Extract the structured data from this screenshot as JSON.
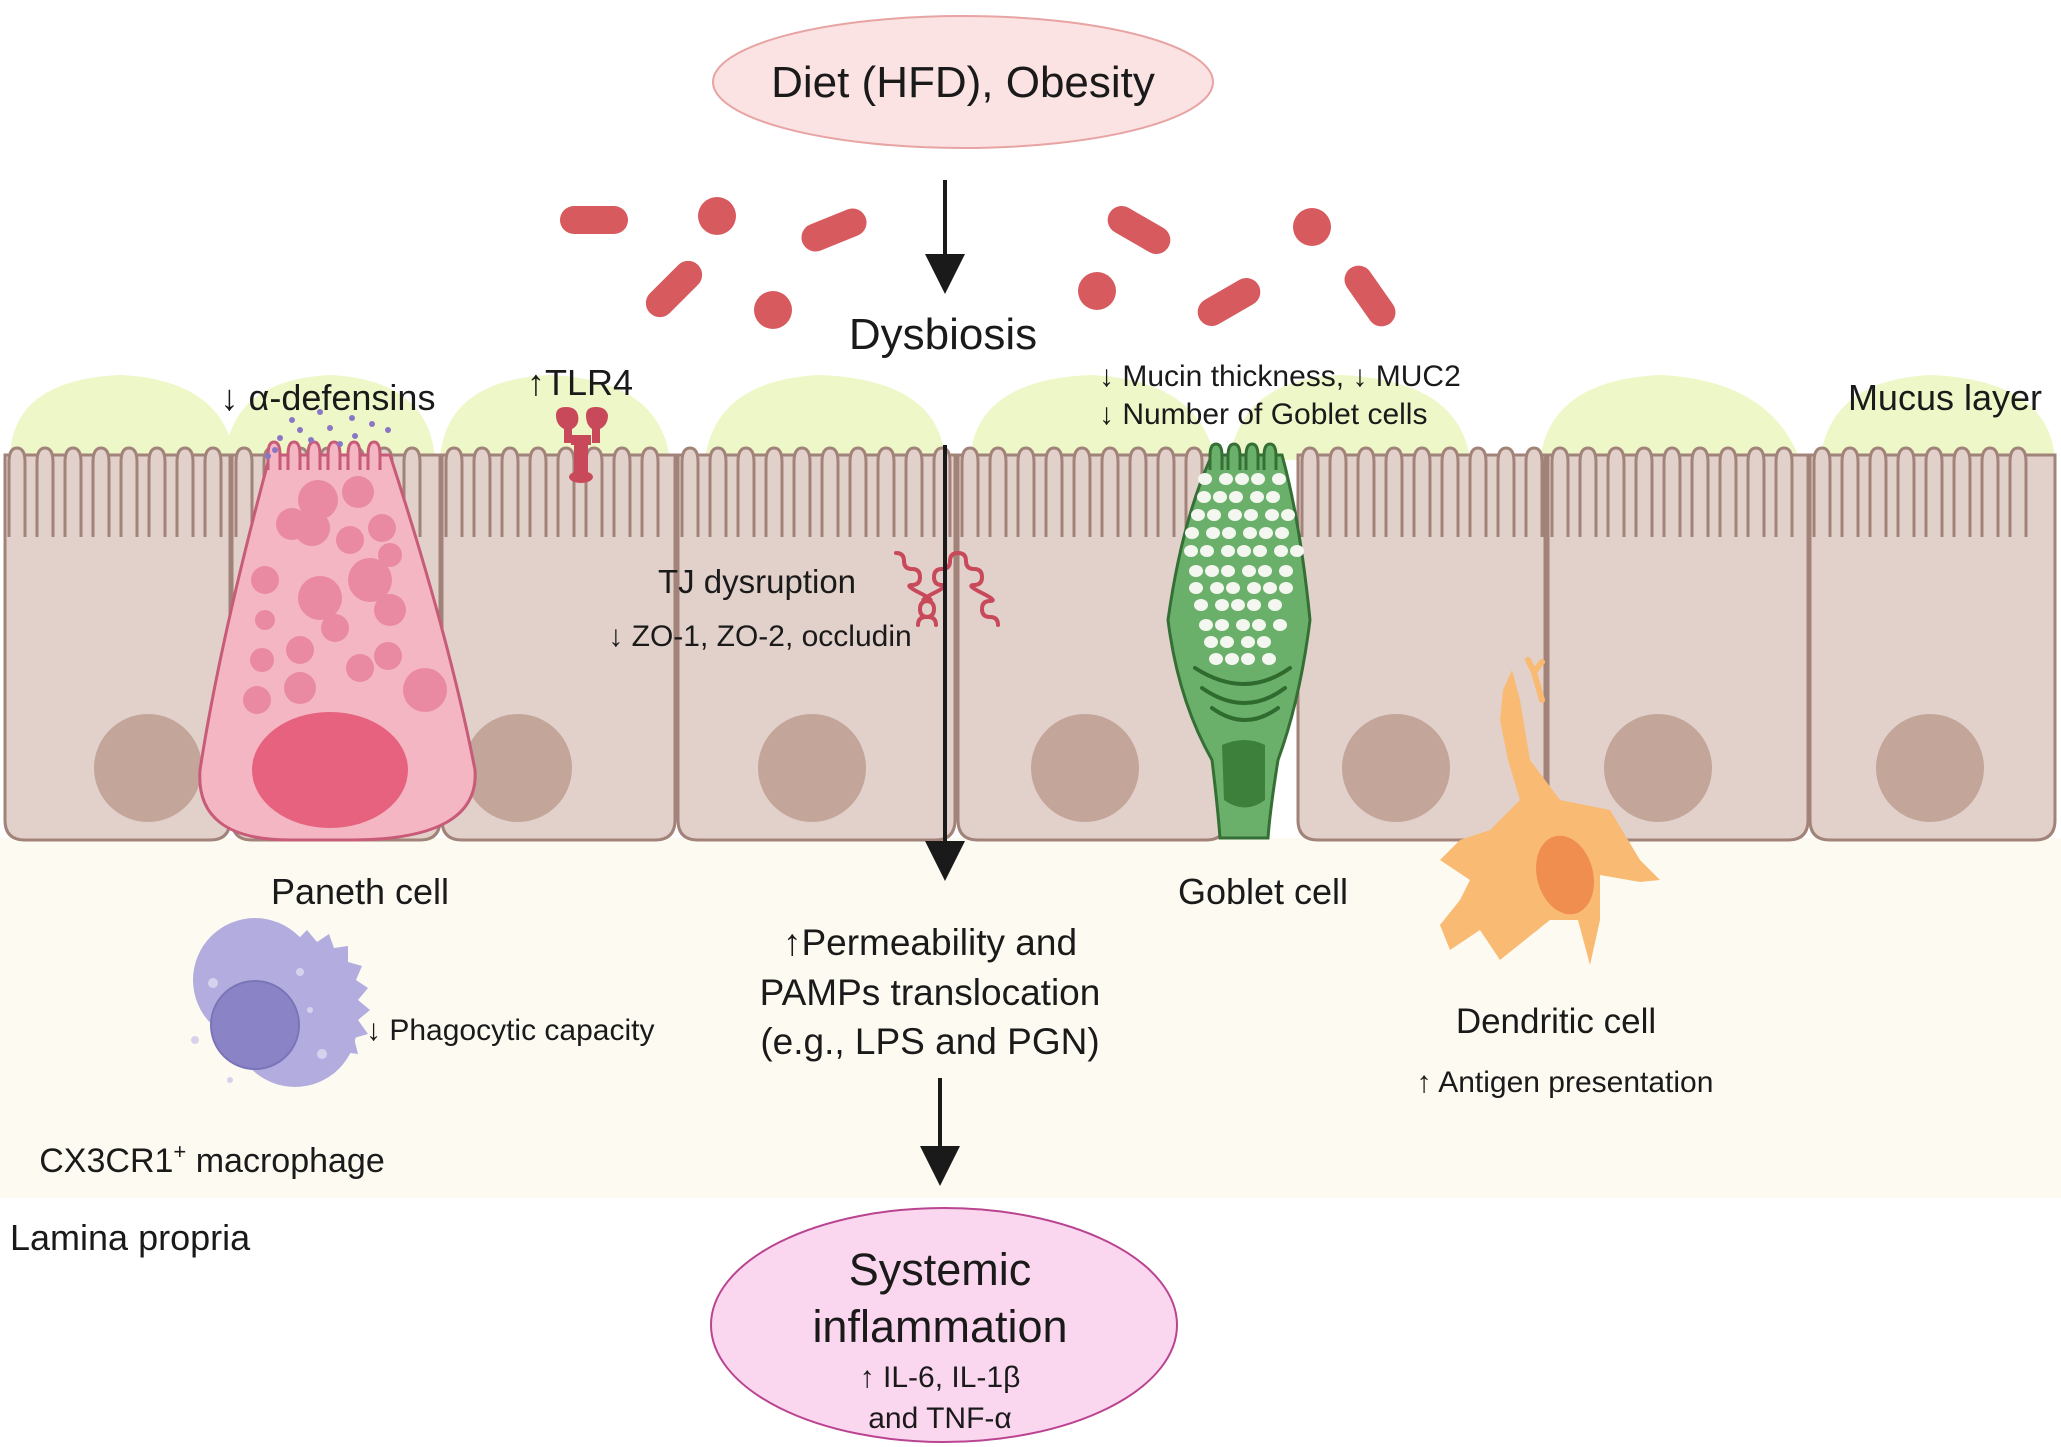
{
  "trigger": "Diet (HFD), Obesity",
  "dysbiosis": "Dysbiosis",
  "mucus_layer": "Mucus layer",
  "lamina_propria": "Lamina propria",
  "paneth": {
    "name": "Paneth cell",
    "effect": "↓ α-defensins"
  },
  "tlr4": "↑TLR4",
  "tj": {
    "title": "TJ dysruption",
    "detail": "↓ ZO-1, ZO-2, occludin"
  },
  "goblet": {
    "name": "Goblet cell",
    "effect_1": "↓ Mucin thickness, ↓ MUC2",
    "effect_2": "↓ Number of Goblet cells"
  },
  "permeability": {
    "line_1": "↑Permeability and",
    "line_2": "PAMPs translocation",
    "line_3": "(e.g., LPS and PGN)"
  },
  "macrophage": {
    "name_prefix": "CX3CR1",
    "name_sup": "+",
    "name_suffix": " macrophage",
    "effect": "↓ Phagocytic capacity"
  },
  "dendritic": {
    "name": "Dendritic cell",
    "effect": "↑ Antigen presentation"
  },
  "outcome": {
    "line_1": "Systemic",
    "line_2": "inflammation",
    "line_3": "↑ IL-6, IL-1β",
    "line_4": "and TNF-α"
  },
  "colors": {
    "trigger_fill": "#fbe3e3",
    "trigger_stroke": "#e8a3a3",
    "outcome_fill": "#fbd7ef",
    "outcome_stroke": "#b9448f",
    "bacteria": "#d65a5e",
    "mucus": "#eef7c8",
    "enterocyte": "#e2d1ca",
    "enterocyte_stroke": "#a2837a",
    "nucleus": "#c4a59a",
    "paneth": "#f4b6c2",
    "paneth_stroke": "#c85b78",
    "paneth_nucleus": "#e7627e",
    "goblet": "#6ab06a",
    "goblet_stroke": "#356f35",
    "dendritic": "#f9ba73",
    "macrophage": "#b3addf",
    "lamina": "#fdfaf1"
  }
}
